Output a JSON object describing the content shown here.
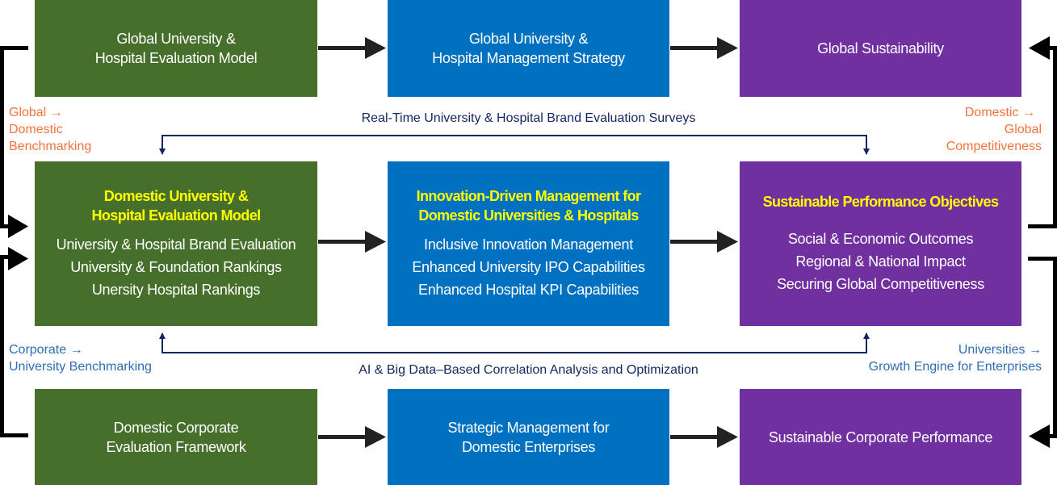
{
  "row1": {
    "global_eval_model": [
      "Global University  &",
      "Hospital Evaluation Model"
    ],
    "global_mgmt_strategy": [
      "Global University &",
      "Hospital Management Strategy"
    ],
    "global_sustainability": "Global Sustainability"
  },
  "row2": {
    "domestic_eval": {
      "title": [
        "Domestic University &",
        "Hospital Evaluation Model"
      ],
      "items": [
        "University & Hospital Brand Evaluation",
        "University & Foundation Rankings",
        "Unersity Hospital Rankings"
      ]
    },
    "innovation": {
      "title": [
        "Innovation-Driven Management for",
        "Domestic Universities & Hospitals"
      ],
      "items": [
        "Inclusive Innovation Management",
        "Enhanced University IPO Capabilities",
        "Enhanced Hospital KPI Capabilities"
      ]
    },
    "objectives": {
      "title": "Sustainable Performance Objectives",
      "items": [
        "Social & Economic Outcomes",
        "Regional & National Impact",
        "Securing Global Competitiveness"
      ]
    }
  },
  "row3": {
    "corporate_eval": [
      "Domestic Corporate",
      "Evaluation Framework"
    ],
    "strategic_mgmt": [
      "Strategic Management for",
      "Domestic Enterprises"
    ],
    "corporate_perf": "Sustainable Corporate Performance"
  },
  "labels": {
    "global_domestic": [
      "Global →",
      "Domestic",
      "Benchmarking"
    ],
    "domestic_global": [
      "Domestic →",
      "Global",
      "Competitiveness"
    ],
    "corporate_university": [
      "Corporate →",
      "University Benchmarking"
    ],
    "universities_growth": [
      "Universities →",
      "Growth Engine for Enterprises"
    ],
    "top_band": "Real-Time University & Hospital Brand Evaluation Surveys",
    "bottom_band": "AI & Big Data–Based Correlation Analysis and Optimization"
  },
  "colors": {
    "green": "#476f2c",
    "blue": "#0070c0",
    "purple": "#7030a0",
    "highlight": "#ffff00",
    "orange": "#f4743b",
    "navy": "#12275f"
  }
}
